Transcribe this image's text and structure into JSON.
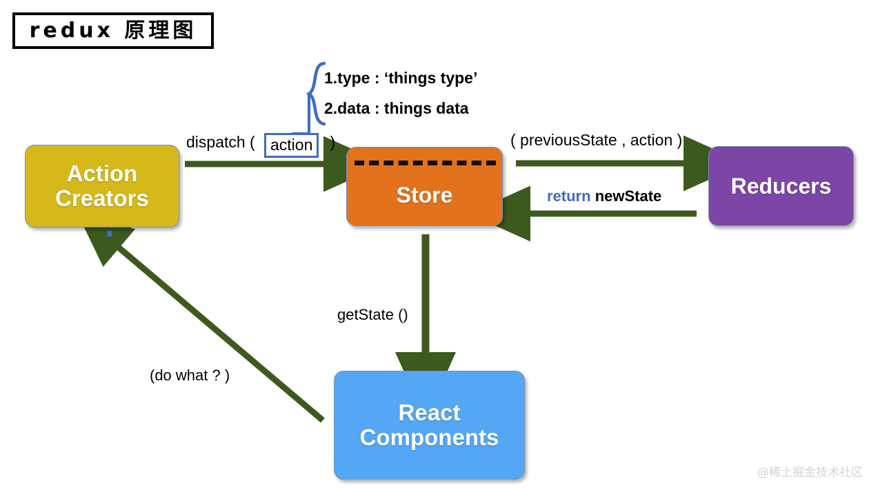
{
  "title": {
    "text": "redux 原理图"
  },
  "nodes": {
    "action_creators": {
      "label": "Action\nCreators",
      "line1": "Action",
      "line2": "Creators",
      "color": "#d6b81b"
    },
    "store": {
      "label": "Store",
      "color": "#e2721c"
    },
    "reducers": {
      "label": "Reducers",
      "color": "#7c45a6"
    },
    "react_components": {
      "line1": "React",
      "line2": "Components",
      "color": "#54a7f4"
    }
  },
  "labels": {
    "dispatch_prefix": "dispatch (",
    "dispatch_token": "action",
    "dispatch_suffix": ")",
    "previous_state": "( previousState , action )",
    "return_keyword": "return",
    "return_value": "newState",
    "get_state": "getState ()",
    "do_what": "(do what ? )",
    "brace_line_1": "1.type : ‘things type’",
    "brace_line_2": "2.data :  things data"
  },
  "colors": {
    "arrow_green": "#3c5a1e",
    "blue_accent": "#3f6bc6",
    "dotted_blue": "#3f6bc6",
    "title_border": "#000000",
    "watermark": "#d4d4d4"
  },
  "watermark": {
    "text": "@稀土掘金技术社区"
  }
}
